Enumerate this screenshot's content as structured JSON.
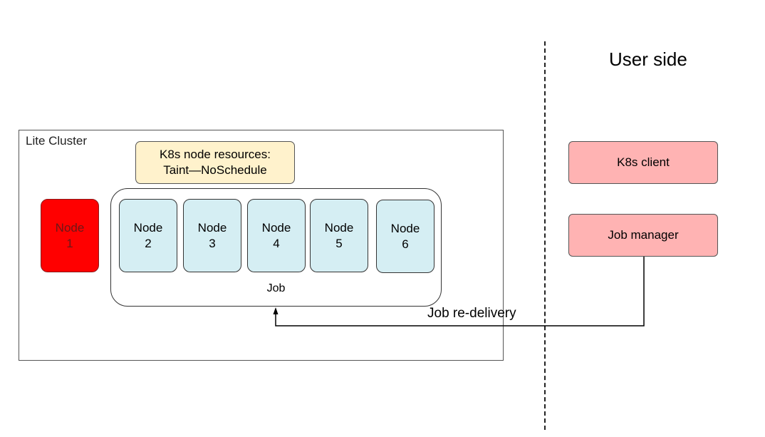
{
  "cluster": {
    "label": "Lite Cluster"
  },
  "taint_note": {
    "line1": "K8s node resources:",
    "line2": "Taint—NoSchedule"
  },
  "failed_node": {
    "word": "Node",
    "number": "1"
  },
  "job": {
    "label": "Job",
    "nodes": [
      {
        "word": "Node",
        "number": "2"
      },
      {
        "word": "Node",
        "number": "3"
      },
      {
        "word": "Node",
        "number": "4"
      },
      {
        "word": "Node",
        "number": "5"
      },
      {
        "word": "Node",
        "number": "6"
      }
    ]
  },
  "user_side": {
    "title": "User side",
    "k8s_client": "K8s client",
    "job_manager": "Job manager"
  },
  "edge": {
    "label": "Job re-delivery"
  },
  "colors": {
    "failed_node": "#ff0000",
    "healthy_node": "#d5eef3",
    "taint_note": "#fff2cc",
    "user_box": "#ffb3b3"
  }
}
